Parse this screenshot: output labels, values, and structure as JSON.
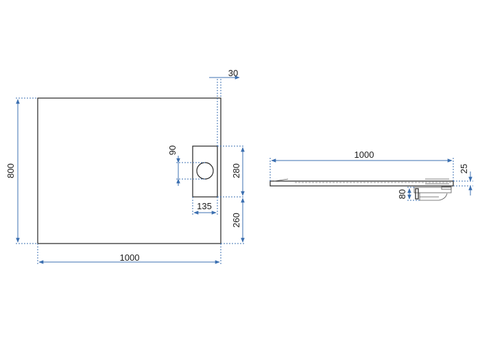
{
  "colors": {
    "dimension": "#3b6fb0",
    "outline": "#222222",
    "text": "#1a1a1a",
    "background": "#ffffff"
  },
  "plan_view": {
    "width_label": "1000",
    "height_label": "800",
    "drain_offset_label": "30",
    "drain_width_label": "135",
    "drain_height_label": "280",
    "drain_from_bottom_label": "260",
    "drain_diameter_label": "90"
  },
  "side_view": {
    "length_label": "1000",
    "thickness_label": "25",
    "siphon_height_label": "80"
  }
}
